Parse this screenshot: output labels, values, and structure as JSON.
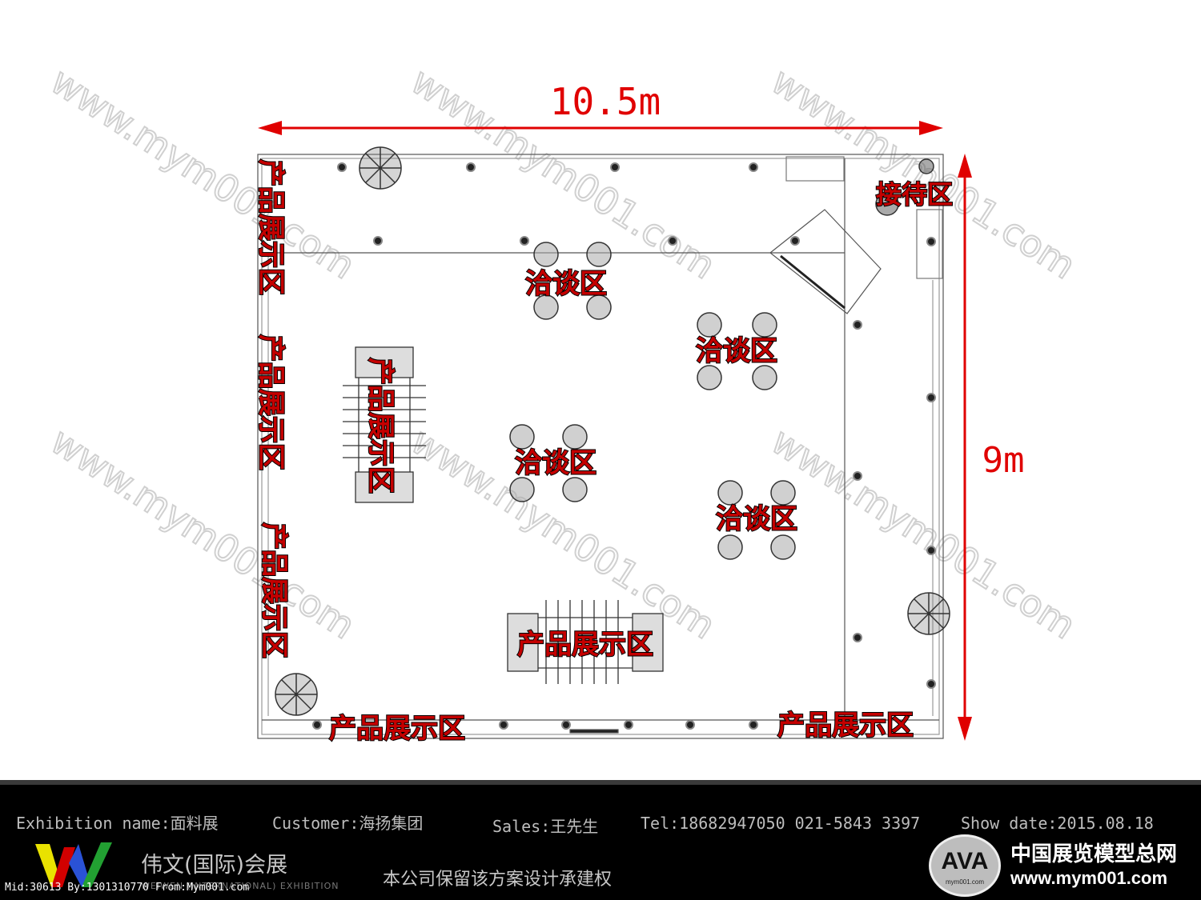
{
  "dimensions": {
    "width_label": "10.5m",
    "depth_label": "9m"
  },
  "zones": {
    "reception": "接待区",
    "negotiation": "洽谈区",
    "product_display": "产品展示区"
  },
  "watermark": "www.mym001.com",
  "footer": {
    "exhibition": "Exhibition name:面料展",
    "customer": "Customer:海扬集团",
    "sales": "Sales:王先生",
    "tel": "Tel:18682947050  021-5843 3397",
    "show_date": "Show date:2015.08.18",
    "company_cn": "伟文(国际)会展",
    "company_en": "WEIWEN (INTERNATIONAL) EXHIBITION",
    "rights": "本公司保留该方案设计承建权",
    "site_logo_text": "AVA",
    "site_logo_sub": "mym001.com",
    "site_cn": "中国展览模型总网",
    "site_url": "www.mym001.com",
    "mid_line": "Mid:30613 By:1301310770 From:Mym001.com"
  },
  "colors": {
    "dimension": "#e00000",
    "zone_label": "#c40000",
    "footer_bg": "#000000"
  }
}
